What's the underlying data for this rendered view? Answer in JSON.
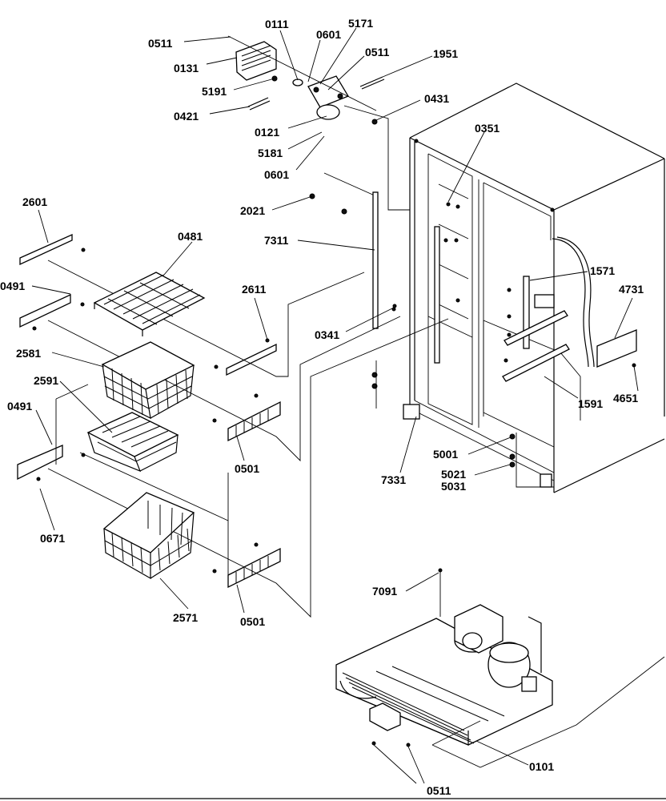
{
  "labels": {
    "c0511_top": "0511",
    "c0131": "0131",
    "c0111": "0111",
    "c0601_top": "0601",
    "c5171": "5171",
    "c0511_mid": "0511",
    "c1951": "1951",
    "c5191": "5191",
    "c0421": "0421",
    "c0431": "0431",
    "c0121": "0121",
    "c5181": "5181",
    "c0601_low": "0601",
    "c0351": "0351",
    "c2601": "2601",
    "c0481": "0481",
    "c2021": "2021",
    "c7311": "7311",
    "c0491_a": "0491",
    "c2611": "2611",
    "c1571": "1571",
    "c4731": "4731",
    "c0341": "0341",
    "c2581": "2581",
    "c2591": "2591",
    "c0491_b": "0491",
    "c4651": "4651",
    "c1591": "1591",
    "c0501_a": "0501",
    "c5001": "5001",
    "c7331": "7331",
    "c5021": "5021",
    "c5031": "5031",
    "c0671": "0671",
    "c2571": "2571",
    "c0501_b": "0501",
    "c7091": "7091",
    "c0101": "0101",
    "c0511_bot": "0511"
  }
}
